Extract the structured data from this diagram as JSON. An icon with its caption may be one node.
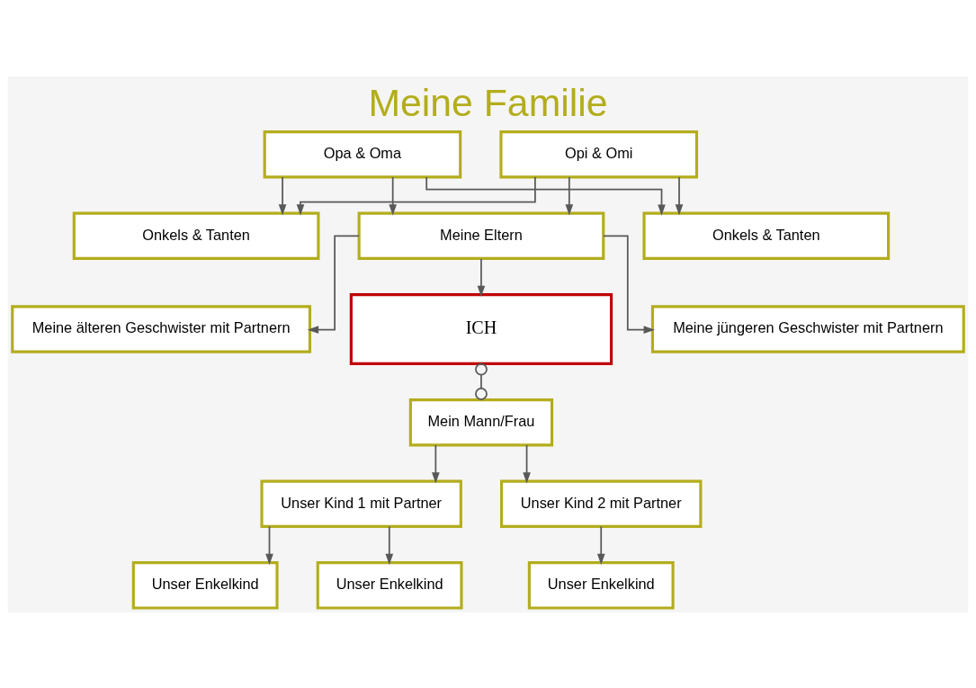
{
  "diagram": {
    "title": "Meine Familie",
    "nodes": [
      {
        "text": [
          "Opa & Oma"
        ]
      },
      {
        "text": [
          "Opi & Omi"
        ]
      },
      {
        "text": [
          "Onkels & Tanten"
        ]
      },
      {
        "text": [
          "Meine Eltern"
        ]
      },
      {
        "text": [
          "Onkels & Tanten"
        ]
      },
      {
        "text": [
          "Meine älteren Geschwister mit Partnern"
        ]
      },
      {
        "text": [
          "ICH"
        ]
      },
      {
        "text": [
          "Meine jüngeren Geschwister mit Partnern"
        ]
      },
      {
        "text": [
          "Mein Mann/Frau"
        ]
      },
      {
        "text": [
          "Unser Kind 1 mit Partner"
        ]
      },
      {
        "text": [
          "Unser Kind 2 mit Partner"
        ]
      },
      {
        "text": [
          "Unser Enkelkind"
        ]
      },
      {
        "text": [
          "Unser Enkelkind"
        ]
      },
      {
        "text": [
          "Unser Enkelkind"
        ]
      }
    ],
    "edges": [
      {
        "from": 0,
        "to": 2,
        "arrow": "to"
      },
      {
        "from": 0,
        "to": 3,
        "arrow": "to"
      },
      {
        "from": 0,
        "to": 4,
        "arrow": "to"
      },
      {
        "from": 1,
        "to": 2,
        "arrow": "to"
      },
      {
        "from": 1,
        "to": 3,
        "arrow": "to"
      },
      {
        "from": 1,
        "to": 4,
        "arrow": "to"
      },
      {
        "from": 3,
        "to": 5,
        "arrow": "to"
      },
      {
        "from": 3,
        "to": 6,
        "arrow": "to"
      },
      {
        "from": 3,
        "to": 7,
        "arrow": "to"
      },
      {
        "from": 6,
        "to": 8,
        "arrow": "other"
      },
      {
        "from": 8,
        "to": 9,
        "arrow": "to"
      },
      {
        "from": 8,
        "to": 10,
        "arrow": "to"
      },
      {
        "from": 9,
        "to": 11,
        "arrow": "to"
      },
      {
        "from": 9,
        "to": 12,
        "arrow": "to"
      },
      {
        "from": 10,
        "to": 13,
        "arrow": "to"
      }
    ]
  }
}
